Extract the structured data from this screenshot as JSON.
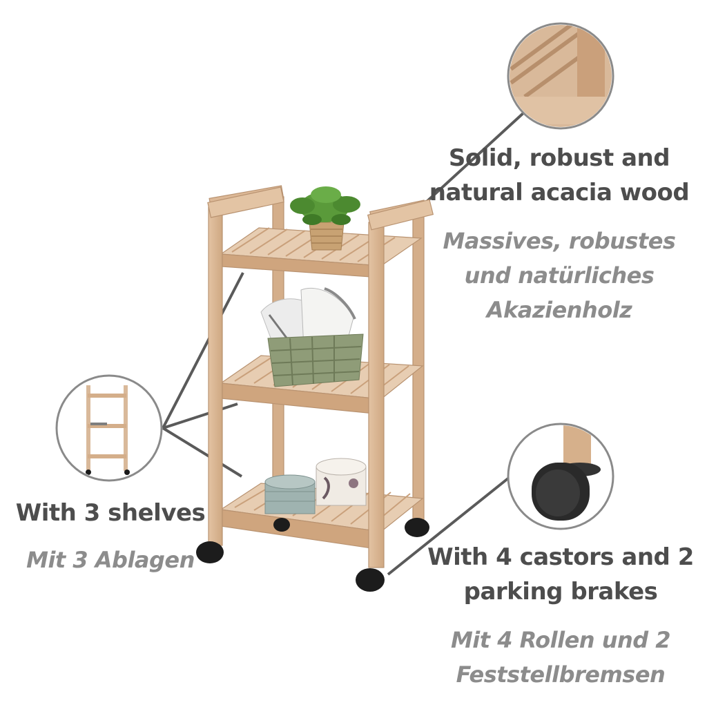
{
  "features": {
    "wood": {
      "title_lines": [
        "Solid, robust and",
        "natural acacia wood"
      ],
      "subtitle_lines": [
        "Massives, robustes",
        "und natürliches",
        "Akazienholz"
      ]
    },
    "shelves": {
      "title_lines": [
        "With 3 shelves"
      ],
      "subtitle_lines": [
        "Mit 3 Ablagen"
      ]
    },
    "castors": {
      "title_lines": [
        "With 4 castors and 2",
        "parking brakes"
      ],
      "subtitle_lines": [
        "Mit 4 Rollen und 2",
        "Feststellbremsen"
      ]
    }
  },
  "colors": {
    "title_text": "#4d4d4d",
    "subtitle_text": "#8c8c8c",
    "wood": "#dcb896",
    "callout_line": "#5a5a5a"
  },
  "icons": [
    "wood-detail-zoom",
    "shelf-overview-zoom",
    "castor-detail-zoom",
    "potted-plant",
    "storage-basket",
    "towels",
    "round-storage-box",
    "castor-wheel"
  ]
}
